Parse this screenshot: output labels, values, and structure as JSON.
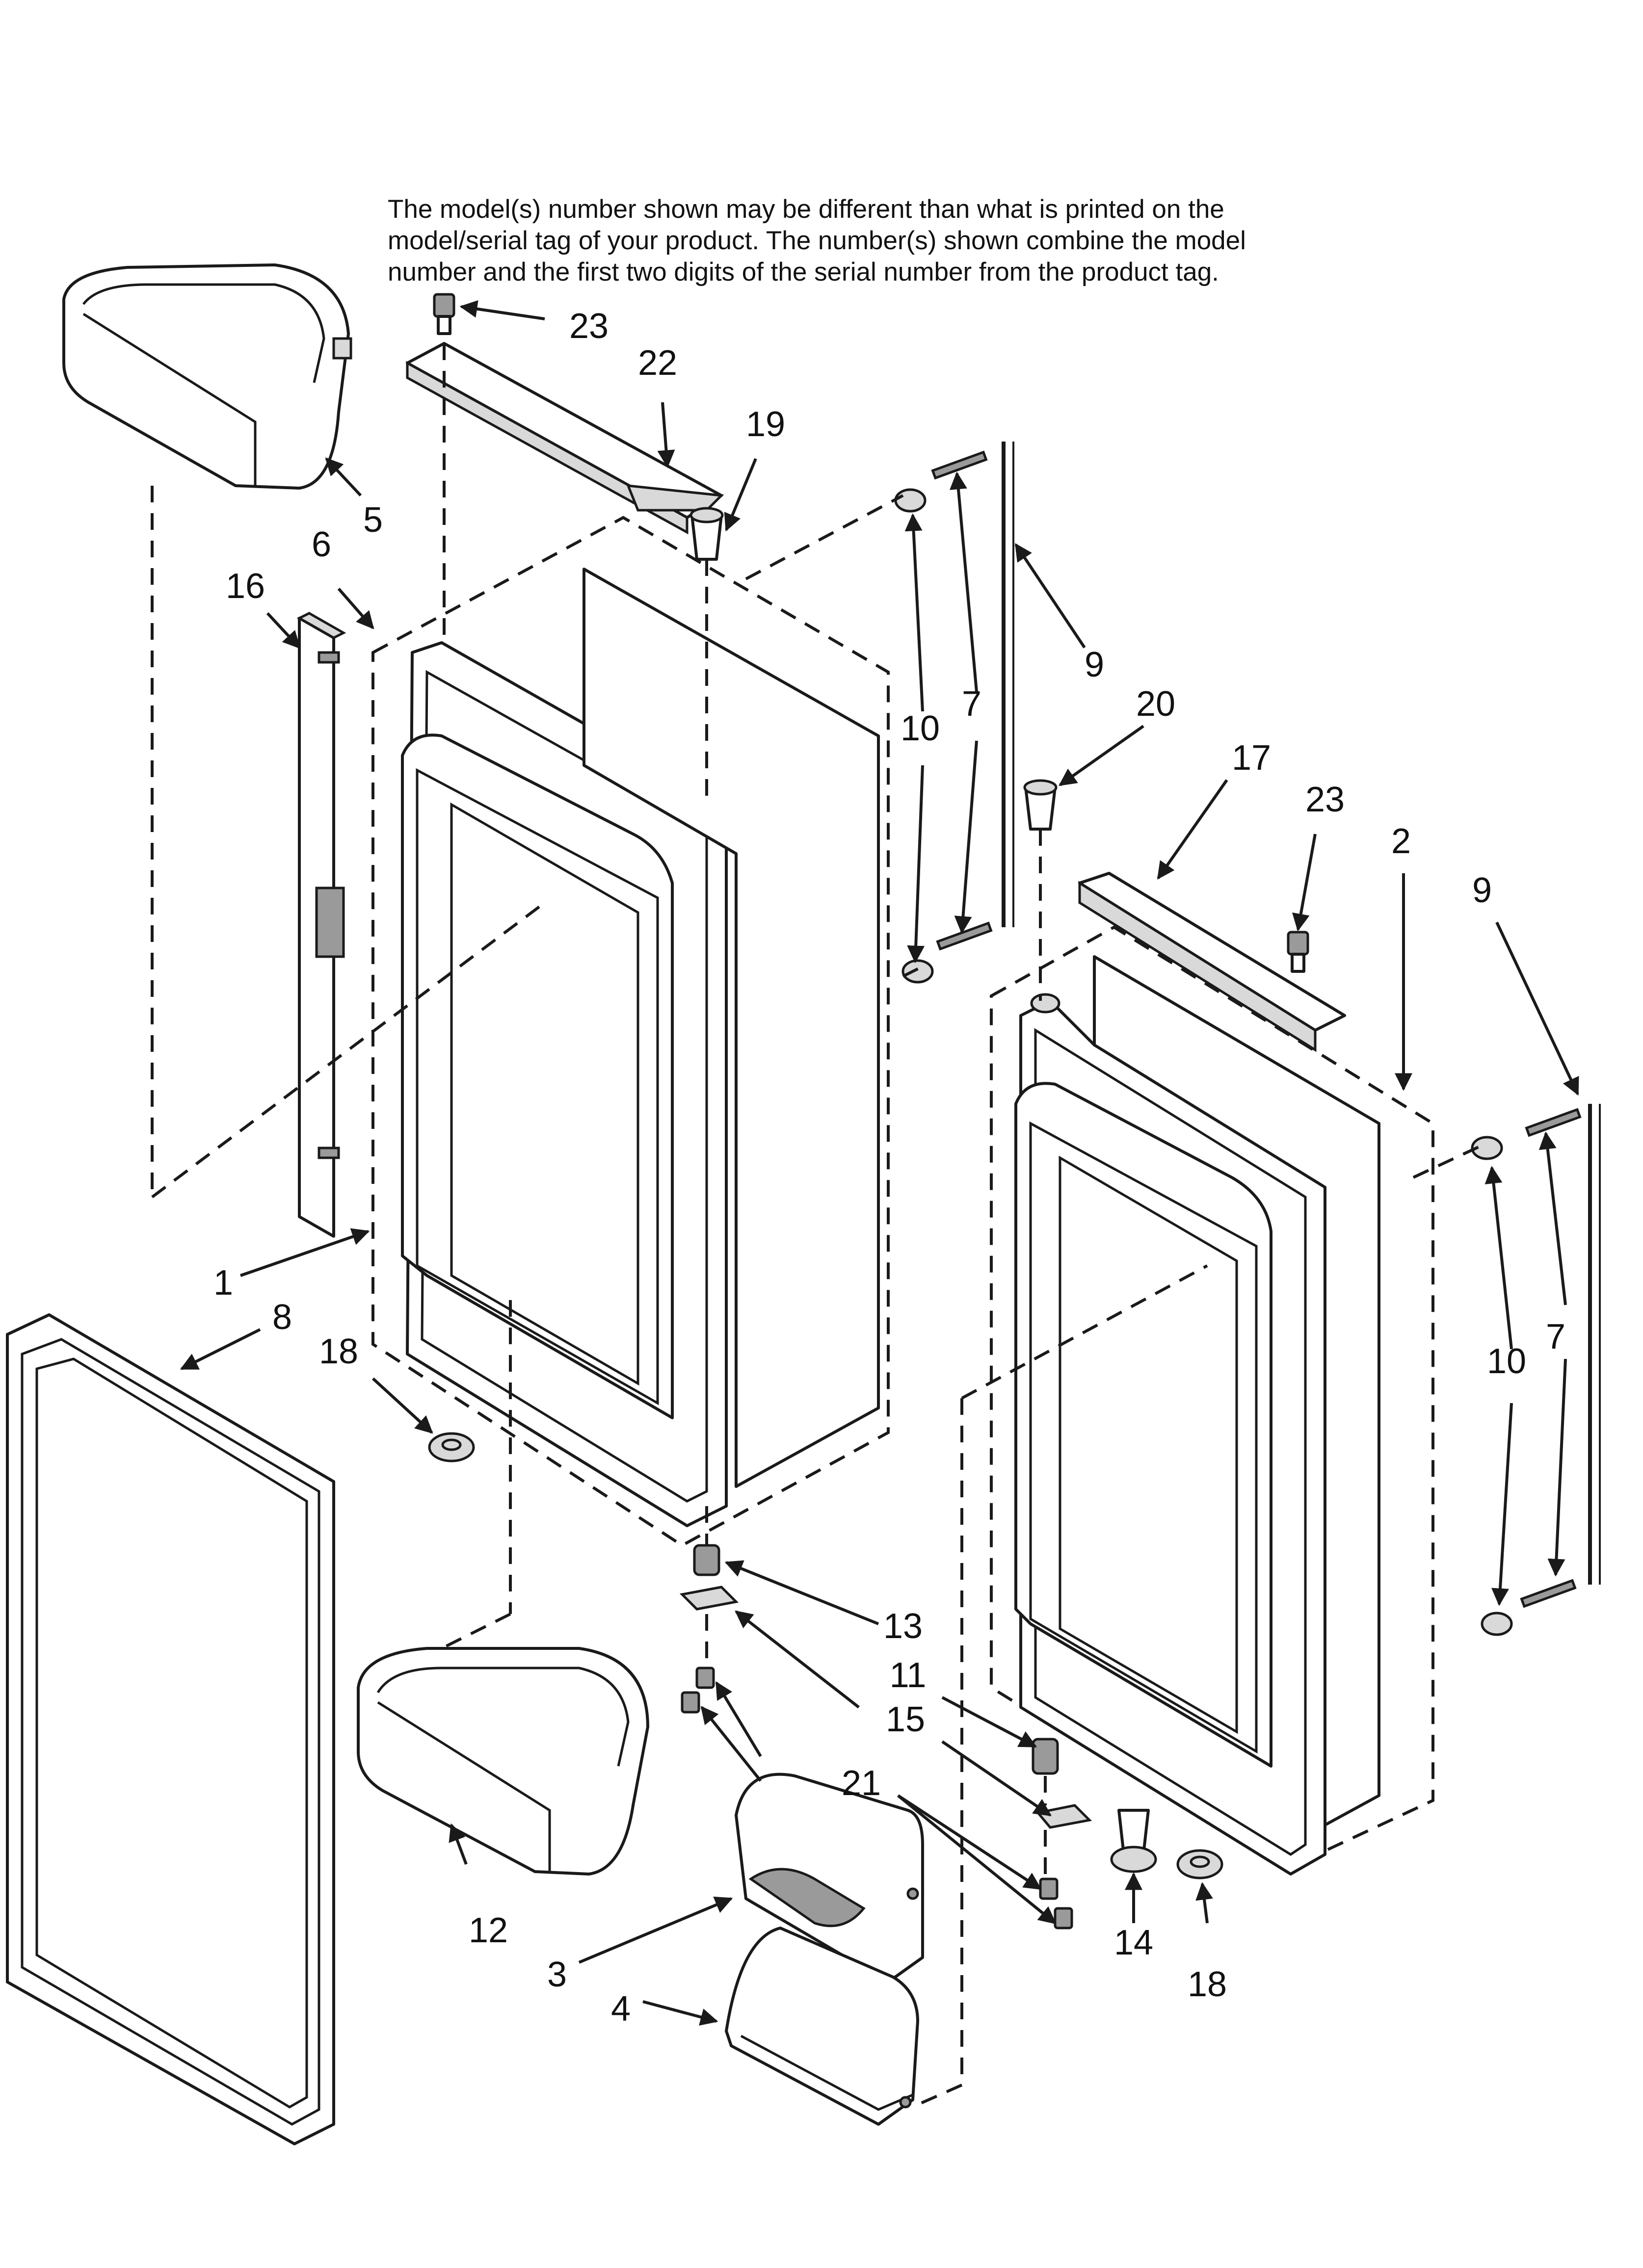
{
  "note": {
    "lines": [
      "The model(s) number shown may be different than what is printed on the",
      "model/serial tag of your product. The number(s) shown combine the model",
      "number and the first two digits of the serial number from the product tag."
    ]
  },
  "callouts": [
    "1",
    "2",
    "3",
    "4",
    "5",
    "6",
    "7",
    "7",
    "8",
    "9",
    "9",
    "10",
    "10",
    "11",
    "12",
    "13",
    "14",
    "15",
    "16",
    "17",
    "18",
    "18",
    "19",
    "20",
    "21",
    "22",
    "23",
    "23"
  ]
}
